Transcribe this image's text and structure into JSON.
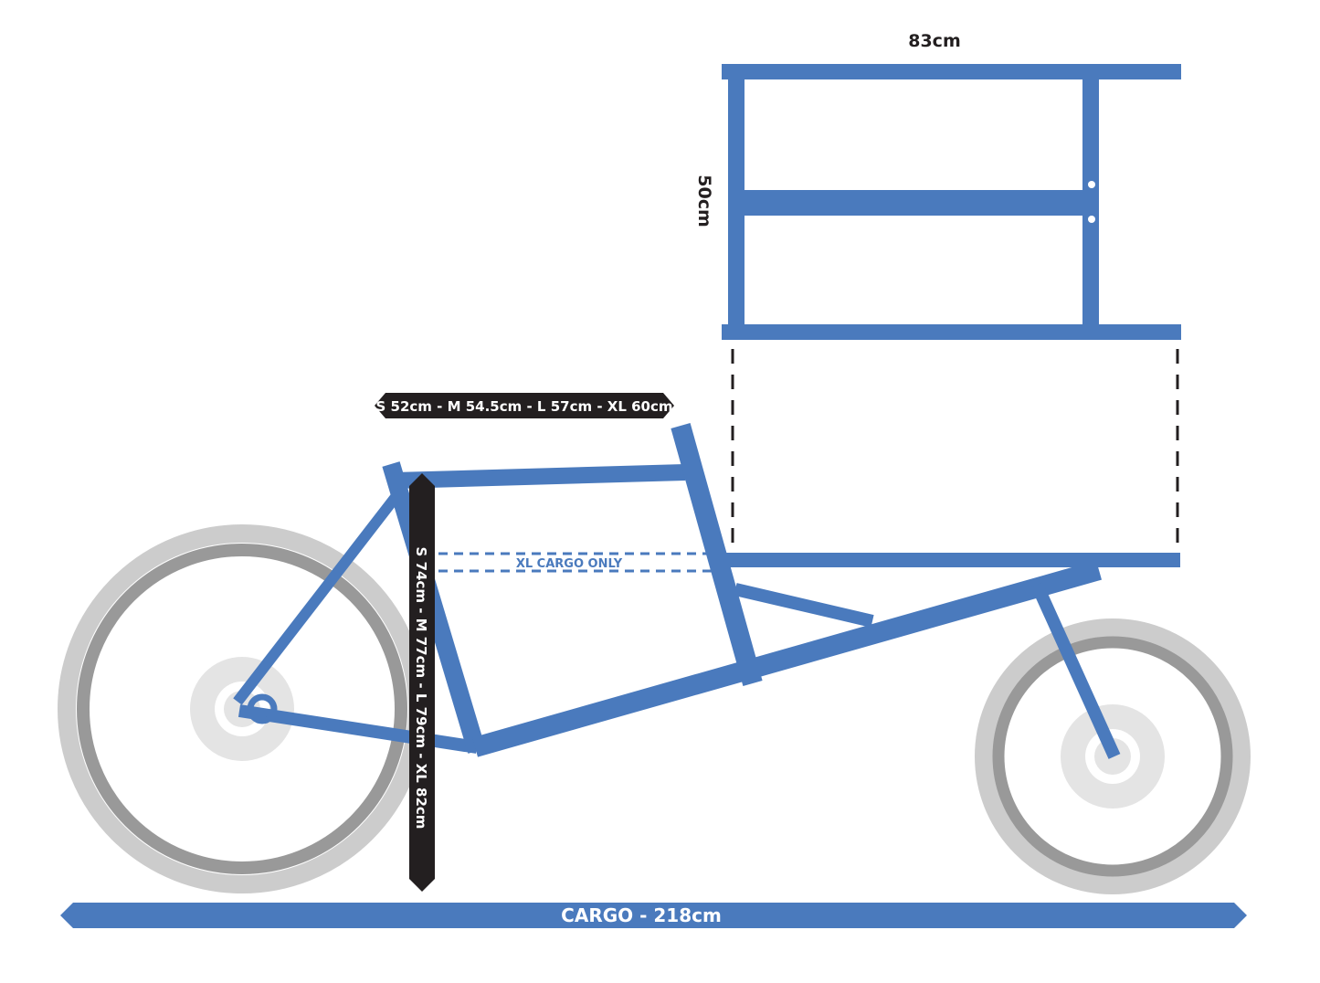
{
  "colors": {
    "frame": "#4a7abd",
    "tag": "#231f20",
    "tire_outer": "#cccccc",
    "tire_inner": "#999999",
    "hub": "#e4e4e4"
  },
  "labels": {
    "box_width": "83cm",
    "box_height": "50cm",
    "top_tube": "S 52cm - M 54.5cm - L 57cm - XL 60cm",
    "seat_tube": "S 74cm - M 77cm - L 79cm - XL 82cm",
    "xl_only": "XL CARGO ONLY",
    "total_length": "CARGO - 218cm"
  }
}
